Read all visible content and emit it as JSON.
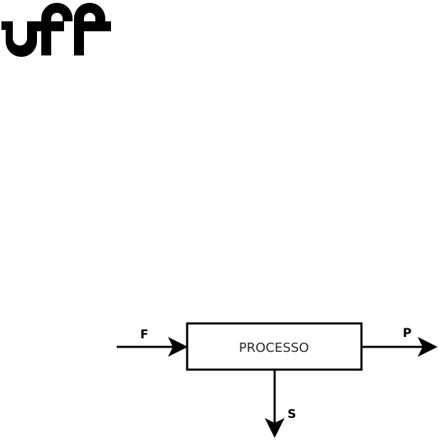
{
  "logo": {
    "text": "uff",
    "icon": "uff-logo-icon",
    "color": "#000000"
  },
  "diagram": {
    "process_label": "PROCESSO",
    "streams": {
      "feed": "F",
      "product": "P",
      "side": "S"
    },
    "colors": {
      "stroke": "#000000",
      "box_fill": "#ffffff"
    }
  }
}
